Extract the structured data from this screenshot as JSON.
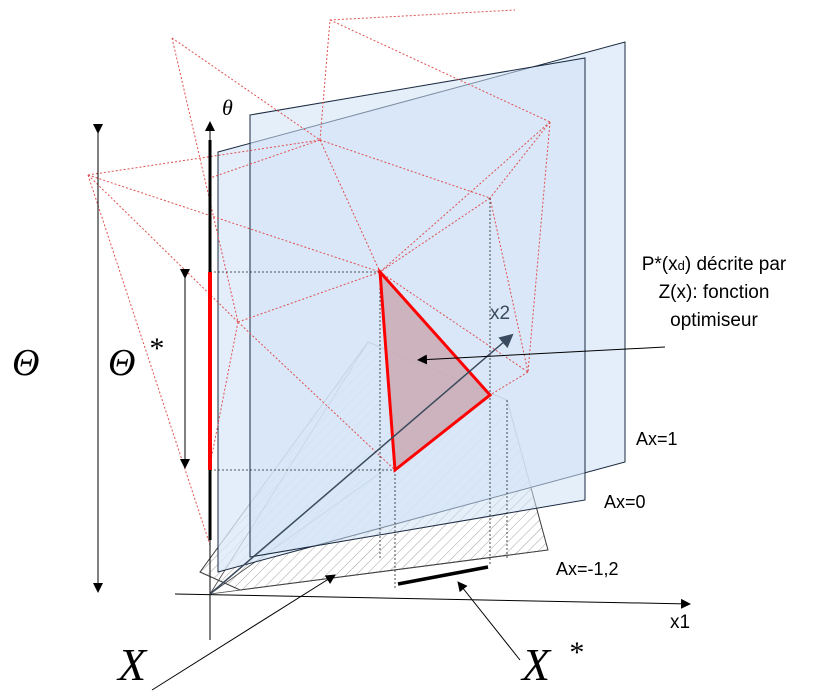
{
  "labels": {
    "theta_axis": "θ",
    "big_theta": "Θ",
    "theta_star": "Θ",
    "star": "*",
    "x2_axis": "x2",
    "x1_axis": "x1",
    "big_x": "X",
    "x_star": "X",
    "plane_ax1": "Ax=1",
    "plane_ax0": "Ax=0",
    "plane_axm12": "Ax=-1,2",
    "annotation_line1_a": "P*(x",
    "annotation_line1_sub": "d",
    "annotation_line1_b": ") décrite par",
    "annotation_line2": "Z(x): fonction",
    "annotation_line3": "optimiseur"
  },
  "colors": {
    "plane_fill": "#dde9f8",
    "plane_inner": "#cfe1f6",
    "triangle_fill": "#c9a9b3",
    "red": "#ff0000",
    "dotted_red": "#e05050",
    "axis_arrow": "#3b4a5e"
  }
}
